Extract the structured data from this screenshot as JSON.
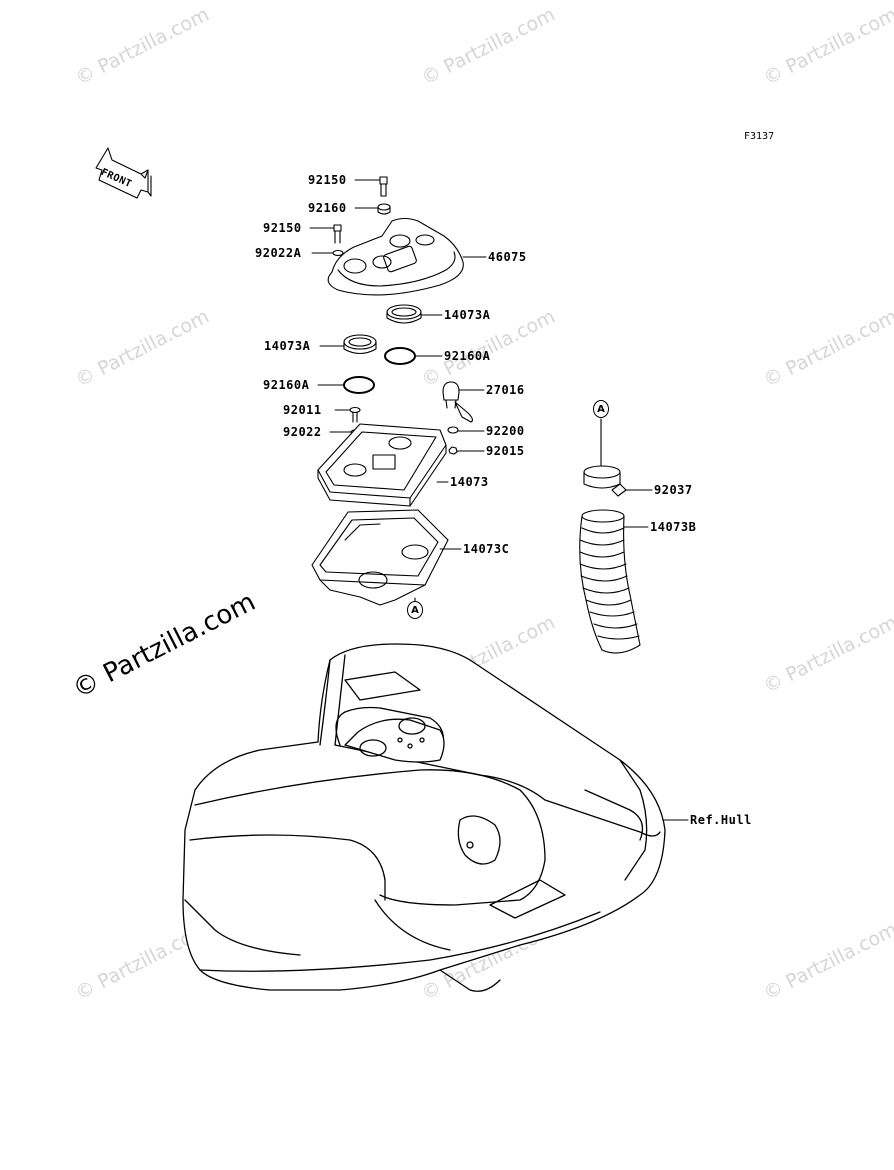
{
  "diagram": {
    "code": "F3137",
    "front_label": "FRONT",
    "callout": "A",
    "ref_label": "Ref.Hull",
    "labels": {
      "l92150a": "92150",
      "l92160": "92160",
      "l92150b": "92150",
      "l92022a": "92022A",
      "l46075": "46075",
      "l14073a_r": "14073A",
      "l14073a_l": "14073A",
      "l92160a_r": "92160A",
      "l92160a_l": "92160A",
      "l27016": "27016",
      "l92011": "92011",
      "l92022": "92022",
      "l92200": "92200",
      "l92015": "92015",
      "l14073": "14073",
      "l14073c": "14073C",
      "l92037": "92037",
      "l14073b": "14073B"
    }
  },
  "watermark": {
    "text": "© Partzilla.com"
  }
}
